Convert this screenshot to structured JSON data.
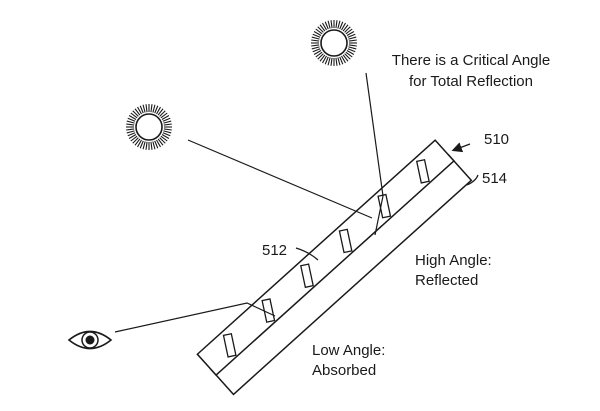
{
  "labels": {
    "critical_angle_line1": "There is a Critical Angle",
    "critical_angle_line2": "for Total Reflection",
    "ref_510": "510",
    "ref_514": "514",
    "ref_512": "512",
    "high_angle_line1": "High Angle:",
    "high_angle_line2": "Reflected",
    "low_angle_line1": "Low Angle:",
    "low_angle_line2": "Absorbed"
  },
  "colors": {
    "ink": "#1a1a1a",
    "background": "#ffffff"
  },
  "icons": [
    "sun-icon",
    "sun-icon",
    "eye-icon"
  ]
}
